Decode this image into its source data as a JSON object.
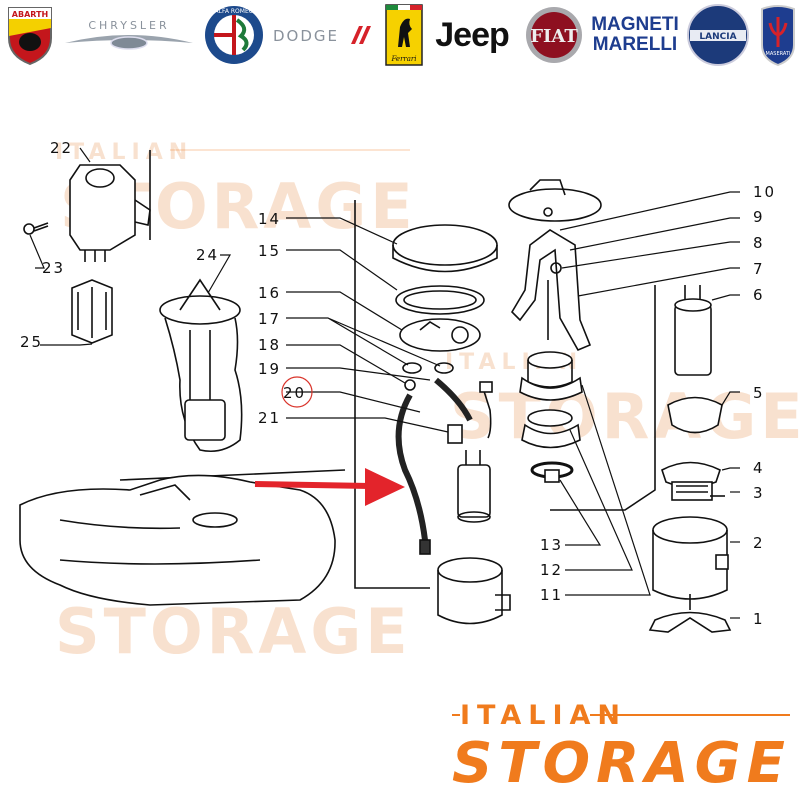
{
  "brands": [
    {
      "id": "abarth",
      "label": "ABARTH"
    },
    {
      "id": "chrysler",
      "label": "CHRYSLER"
    },
    {
      "id": "alfa-romeo",
      "label": "ALFA ROMEO"
    },
    {
      "id": "dodge",
      "label": "DODGE"
    },
    {
      "id": "ferrari",
      "label": "Ferrari"
    },
    {
      "id": "jeep",
      "label": "Jeep"
    },
    {
      "id": "fiat",
      "label": "FIAT"
    },
    {
      "id": "magneti-marelli",
      "label": "MAGNETI MARELLI"
    },
    {
      "id": "lancia",
      "label": "LANCIA"
    },
    {
      "id": "maserati",
      "label": "MASERATI"
    }
  ],
  "callouts": [
    "1",
    "2",
    "3",
    "4",
    "5",
    "6",
    "7",
    "8",
    "9",
    "10",
    "11",
    "12",
    "13",
    "14",
    "15",
    "16",
    "17",
    "18",
    "19",
    "20",
    "21",
    "22",
    "23",
    "24",
    "25"
  ],
  "highlighted_callout": "20",
  "watermark": {
    "top": "ITALIAN",
    "bottom": "STORAGE"
  },
  "footer_logo": {
    "top": "ITALIAN",
    "bottom": "STORAGE"
  },
  "colors": {
    "accent": "#f07b1d",
    "arrow": "#e3242b",
    "watermark": "#f4c9a8",
    "line": "#111111",
    "highlight_circle": "#d9342b"
  }
}
